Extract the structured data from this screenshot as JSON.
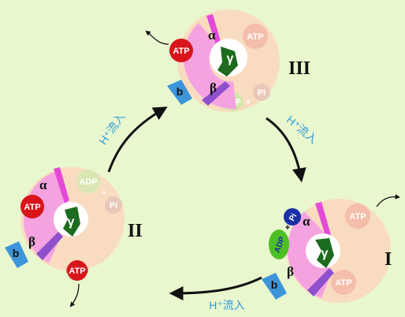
{
  "labels": {
    "stage_1": "I",
    "stage_2": "II",
    "stage_3": "III",
    "alpha": "α",
    "beta": "β",
    "gamma": "γ",
    "b": "b",
    "atp": "ATP",
    "adp": "ADP",
    "pi": "Pi",
    "plus": "+",
    "flow_a": "H⁺流入",
    "flow_b": "H⁺流入",
    "flow_c": "H⁺流入"
  },
  "colors": {
    "background": "#e9f7cf",
    "outer_ring": "#f9dcc0",
    "rotor_pink": "#f4a3e0",
    "stalk_magenta": "#e44ad8",
    "stalk_purple": "#8e50cc",
    "gamma_green": "#1c6b1e",
    "b_blue": "#3d95d9",
    "atp_red": "#d8151b",
    "adp_green": "#4fbf26",
    "pi_blue": "#1a2fa6",
    "flow_text": "#2f9ad8",
    "arrow": "#111111"
  }
}
